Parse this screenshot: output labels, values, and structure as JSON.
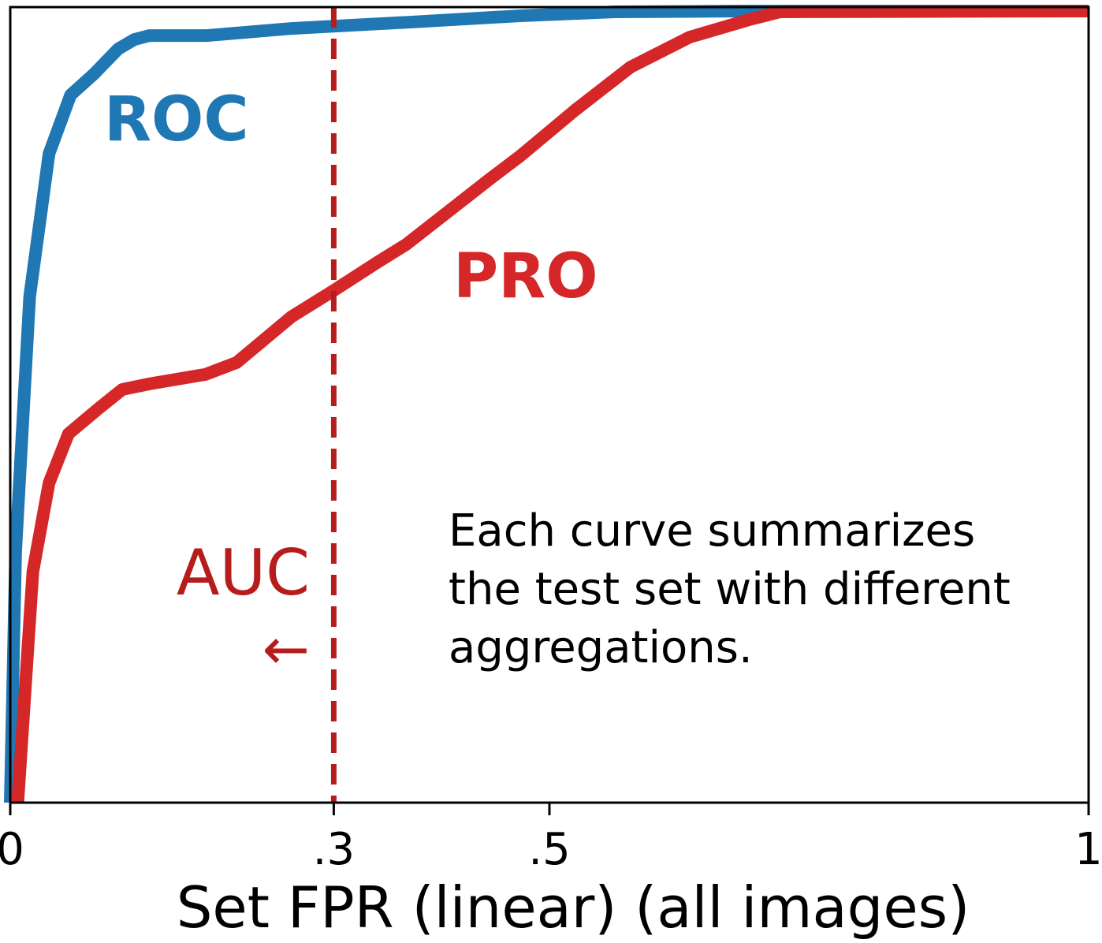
{
  "chart_data": {
    "type": "line",
    "xlabel": "Set FPR (linear) (all images)",
    "ylabel": "",
    "xlim": [
      0,
      1
    ],
    "ylim": [
      0,
      1
    ],
    "xticks": [
      {
        "value": 0,
        "label": "0"
      },
      {
        "value": 0.3,
        "label": ".3"
      },
      {
        "value": 0.5,
        "label": ".5"
      },
      {
        "value": 1,
        "label": "1"
      }
    ],
    "grid": false,
    "series": [
      {
        "name": "ROC",
        "color": "#1f77b4",
        "x": [
          0,
          0.005,
          0.018,
          0.036,
          0.056,
          0.078,
          0.1,
          0.115,
          0.129,
          0.182,
          0.261,
          0.371,
          0.473,
          0.561,
          0.678,
          1
        ],
        "y": [
          0,
          0.317,
          0.639,
          0.82,
          0.894,
          0.921,
          0.952,
          0.964,
          0.969,
          0.969,
          0.978,
          0.986,
          0.994,
          0.999,
          1.0,
          1.0
        ]
      },
      {
        "name": "PRO",
        "color": "#d62728",
        "x": [
          0.007,
          0.021,
          0.036,
          0.054,
          0.082,
          0.104,
          0.129,
          0.181,
          0.21,
          0.261,
          0.3,
          0.341,
          0.367,
          0.414,
          0.444,
          0.473,
          0.524,
          0.575,
          0.63,
          0.685,
          0.714,
          1
        ],
        "y": [
          0,
          0.292,
          0.404,
          0.466,
          0.498,
          0.522,
          0.529,
          0.541,
          0.556,
          0.614,
          0.647,
          0.683,
          0.705,
          0.755,
          0.787,
          0.817,
          0.875,
          0.929,
          0.967,
          0.989,
          0.999,
          1.0
        ]
      }
    ],
    "threshold_line": {
      "x": 0.3,
      "style": "dashed",
      "color": "#b71c1c"
    },
    "annotations": {
      "auc": "AUC",
      "arrow": "←",
      "note_lines": [
        "Each curve summarizes",
        "the test set with different",
        "aggregations."
      ]
    }
  }
}
